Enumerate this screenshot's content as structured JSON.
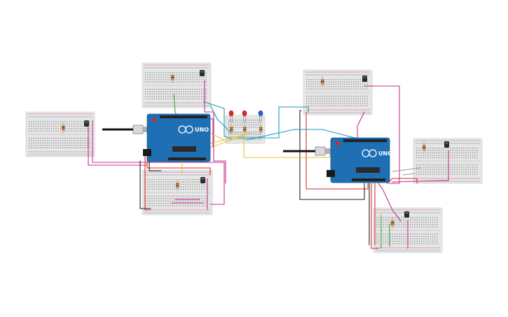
{
  "circuit": {
    "boards": [
      {
        "id": "uno-left",
        "label": "UNO"
      },
      {
        "id": "uno-right",
        "label": "UNO"
      }
    ],
    "breadboards": [
      {
        "id": "bb-left-far"
      },
      {
        "id": "bb-left-top"
      },
      {
        "id": "bb-left-bottom"
      },
      {
        "id": "bb-center-mini"
      },
      {
        "id": "bb-right-top"
      },
      {
        "id": "bb-right-far"
      },
      {
        "id": "bb-right-bottom"
      }
    ],
    "center_leds": [
      "red",
      "red",
      "blue"
    ],
    "wire_colors": {
      "pink": "#c2308c",
      "red": "#d42f2f",
      "black": "#222222",
      "yellow": "#e3c62a",
      "cyan": "#1f9ab8",
      "green": "#3aa63a",
      "gray": "#9a9a9a"
    },
    "icons": [
      "usb-cable",
      "arduino-uno",
      "breadboard",
      "temperature-sensor",
      "resistor",
      "led"
    ]
  }
}
